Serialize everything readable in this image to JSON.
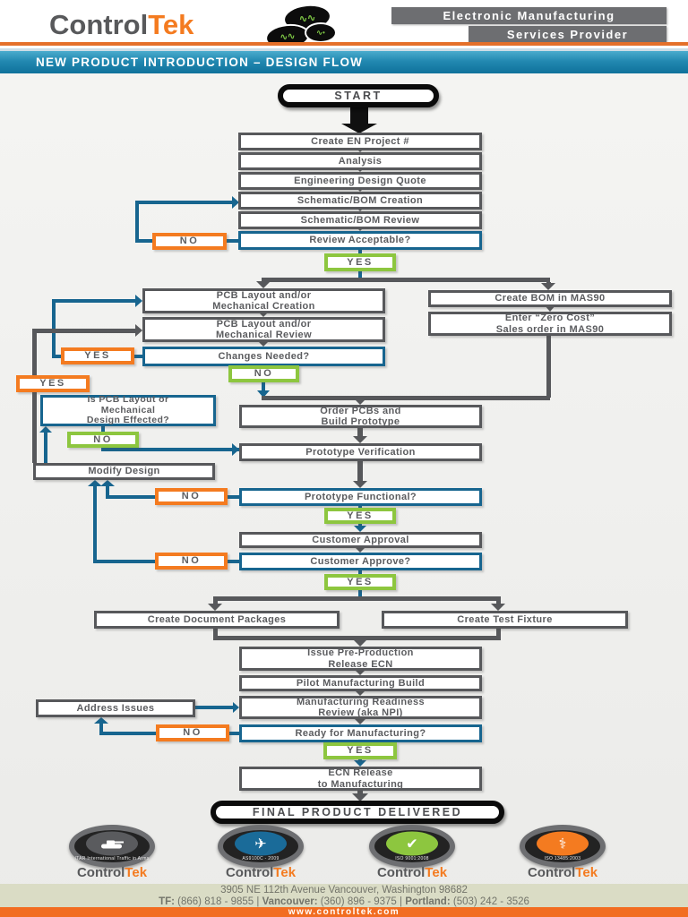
{
  "header": {
    "brand": {
      "control": "Control",
      "tek": "Tek"
    },
    "tagline1": "Electronic Manufacturing",
    "tagline2": "Services Provider",
    "banner": "NEW PRODUCT INTRODUCTION – DESIGN FLOW"
  },
  "labels": {
    "yes": "YES",
    "no": "NO"
  },
  "flow": {
    "start": "START",
    "create_en": "Create EN Project #",
    "analysis": "Analysis",
    "eng_quote": "Engineering Design Quote",
    "schem_creation": "Schematic/BOM Creation",
    "schem_review": "Schematic/BOM Review",
    "review_acceptable": "Review Acceptable?",
    "pcb_creation": "PCB Layout and/or\nMechanical Creation",
    "pcb_review": "PCB Layout and/or\nMechanical Review",
    "changes_needed": "Changes Needed?",
    "create_bom": "Create BOM in MAS90",
    "zero_cost": "Enter “Zero Cost”\nSales order in MAS90",
    "is_pcb_effected": "Is PCB Layout or\nMechanical\nDesign Effected?",
    "modify_design": "Modify Design",
    "order_pcbs": "Order PCBs and\nBuild Prototype",
    "proto_verification": "Prototype Verification",
    "proto_functional": "Prototype Functional?",
    "customer_approval": "Customer Approval",
    "customer_approve": "Customer Approve?",
    "create_doc": "Create Document Packages",
    "create_fixture": "Create Test Fixture",
    "issue_ecn": "Issue Pre-Production\nRelease ECN",
    "pilot_build": "Pilot Manufacturing Build",
    "mfg_readiness": "Manufacturing Readiness\nReview (aka NPI)",
    "address_issues": "Address Issues",
    "ready_mfg": "Ready for Manufacturing?",
    "ecn_release": "ECN Release\nto Manufacturing",
    "final": "FINAL PRODUCT DELIVERED"
  },
  "badges": [
    {
      "ring_label": "ITAR International Traffic in Arms",
      "icon": "tank-icon",
      "glyph": "",
      "color": "#5a5b5e"
    },
    {
      "ring_label": "AS9100C - 2009",
      "icon": "airplane-icon",
      "glyph": "✈",
      "color": "#1a6b99"
    },
    {
      "ring_label": "ISO 9001:2008",
      "icon": "checkmark-icon",
      "glyph": "✔",
      "color": "#8dc63f"
    },
    {
      "ring_label": "ISO 13485:2003",
      "icon": "caduceus-icon",
      "glyph": "⚕",
      "color": "#f47b20"
    }
  ],
  "footer": {
    "address": "3905 NE 112th Avenue Vancouver, Washington 98682",
    "phone_segments": [
      {
        "text": "TF:",
        "bold": true
      },
      {
        "text": " (866) 818 - 9855 | ",
        "bold": false
      },
      {
        "text": "Vancouver:",
        "bold": true
      },
      {
        "text": " (360) 896 - 9375 | ",
        "bold": false
      },
      {
        "text": "Portland:",
        "bold": true
      },
      {
        "text": " (503) 242 - 3526",
        "bold": false
      }
    ],
    "website": "www.controltek.com"
  },
  "colors": {
    "orange": "#f47b20",
    "decision_blue": "#17658f",
    "green": "#8dc63f",
    "process_gray": "#57585b",
    "banner_blue": "#2289b1"
  }
}
